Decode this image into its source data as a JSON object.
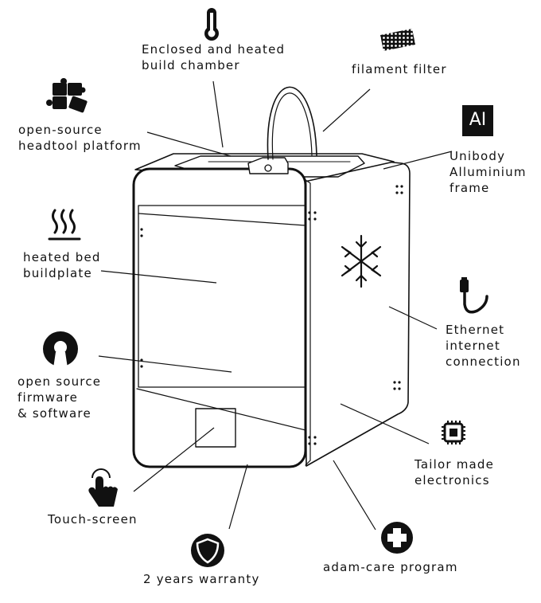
{
  "features": {
    "chamber": [
      "Enclosed and heated",
      "build chamber"
    ],
    "filter": [
      "filament filter"
    ],
    "headtool": [
      "open-source",
      "headtool platform"
    ],
    "frame": [
      "Unibody",
      "Alluminium",
      "frame"
    ],
    "frame_icon_text": "AI",
    "bed": [
      "heated bed",
      "buildplate"
    ],
    "ethernet": [
      "Ethernet",
      "internet",
      "connection"
    ],
    "firmware": [
      "open source",
      "firmware",
      "& software"
    ],
    "electronics": [
      "Tailor made",
      "electronics"
    ],
    "touch": [
      "Touch-screen"
    ],
    "care": [
      "adam-care program"
    ],
    "warranty": [
      "2 years warranty"
    ]
  },
  "icons": [
    "thermometer-icon",
    "mesh-filter-icon",
    "puzzle-icon",
    "ai-badge-icon",
    "heat-waves-icon",
    "snowflake-icon",
    "ethernet-cable-icon",
    "open-source-icon",
    "chip-icon",
    "hand-pointer-icon",
    "shield-icon",
    "plus-circle-icon"
  ],
  "colors": {
    "ink": "#111111",
    "paper": "#ffffff"
  }
}
